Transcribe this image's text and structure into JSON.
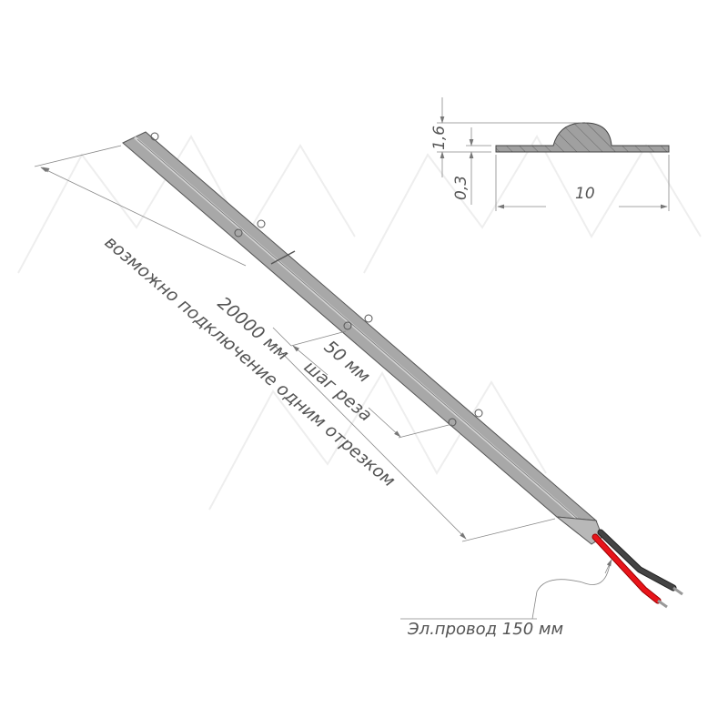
{
  "profile": {
    "height_total": "1,6",
    "height_base": "0,3",
    "width": "10"
  },
  "strip": {
    "length_label": "20000 мм",
    "cut_step_value": "50 мм",
    "cut_step_label": "шаг реза",
    "connection_note": "возможно подключение одним отрезком",
    "wire_label": "Эл.провод 150 мм"
  },
  "colors": {
    "strip": "#a8a8a8",
    "wire_red": "#e8141a",
    "wire_black": "#3a3a3a",
    "dimension": "#777777"
  }
}
